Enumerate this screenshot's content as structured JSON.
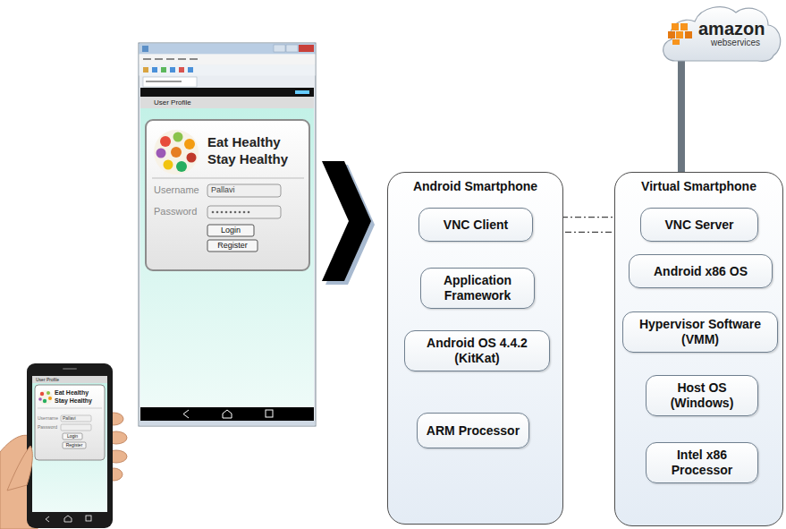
{
  "diagram": {
    "nodes": [
      {
        "text": [
          "Android Smartphone"
        ]
      },
      {
        "text": [
          "VNC Client"
        ],
        "in": 0
      },
      {
        "text": [
          "Application Framework"
        ],
        "in": 0
      },
      {
        "text": [
          "Android OS 4.4.2 (KitKat)"
        ],
        "in": 0
      },
      {
        "text": [
          "ARM Processor"
        ],
        "in": 0
      },
      {
        "text": [
          "Virtual Smartphone"
        ]
      },
      {
        "text": [
          "VNC Server"
        ],
        "in": 5
      },
      {
        "text": [
          "Android x86 OS"
        ],
        "in": 5
      },
      {
        "text": [
          "Hypervisor Software (VMM)"
        ],
        "in": 5
      },
      {
        "text": [
          "Host OS (Windows)"
        ],
        "in": 5
      },
      {
        "text": [
          "Intel x86 Processor"
        ],
        "in": 5
      },
      {
        "text": [
          "amazon",
          "webservices"
        ]
      }
    ],
    "edges": [
      {
        "from": 1,
        "to": 6,
        "arrow": "to"
      },
      {
        "from": 6,
        "to": 1,
        "arrow": "to"
      },
      {
        "from": 11,
        "to": 5,
        "arrow": "none"
      }
    ],
    "labels": [
      "User Profile",
      "Eat Healthy",
      "Stay Healthy",
      "Username",
      "Pallavi",
      "Password",
      "Login",
      "Register",
      "User Profile",
      "Eat Healthy",
      "Stay Healthy",
      "Username",
      "Pallavi",
      "Password",
      "Login",
      "Register"
    ]
  }
}
